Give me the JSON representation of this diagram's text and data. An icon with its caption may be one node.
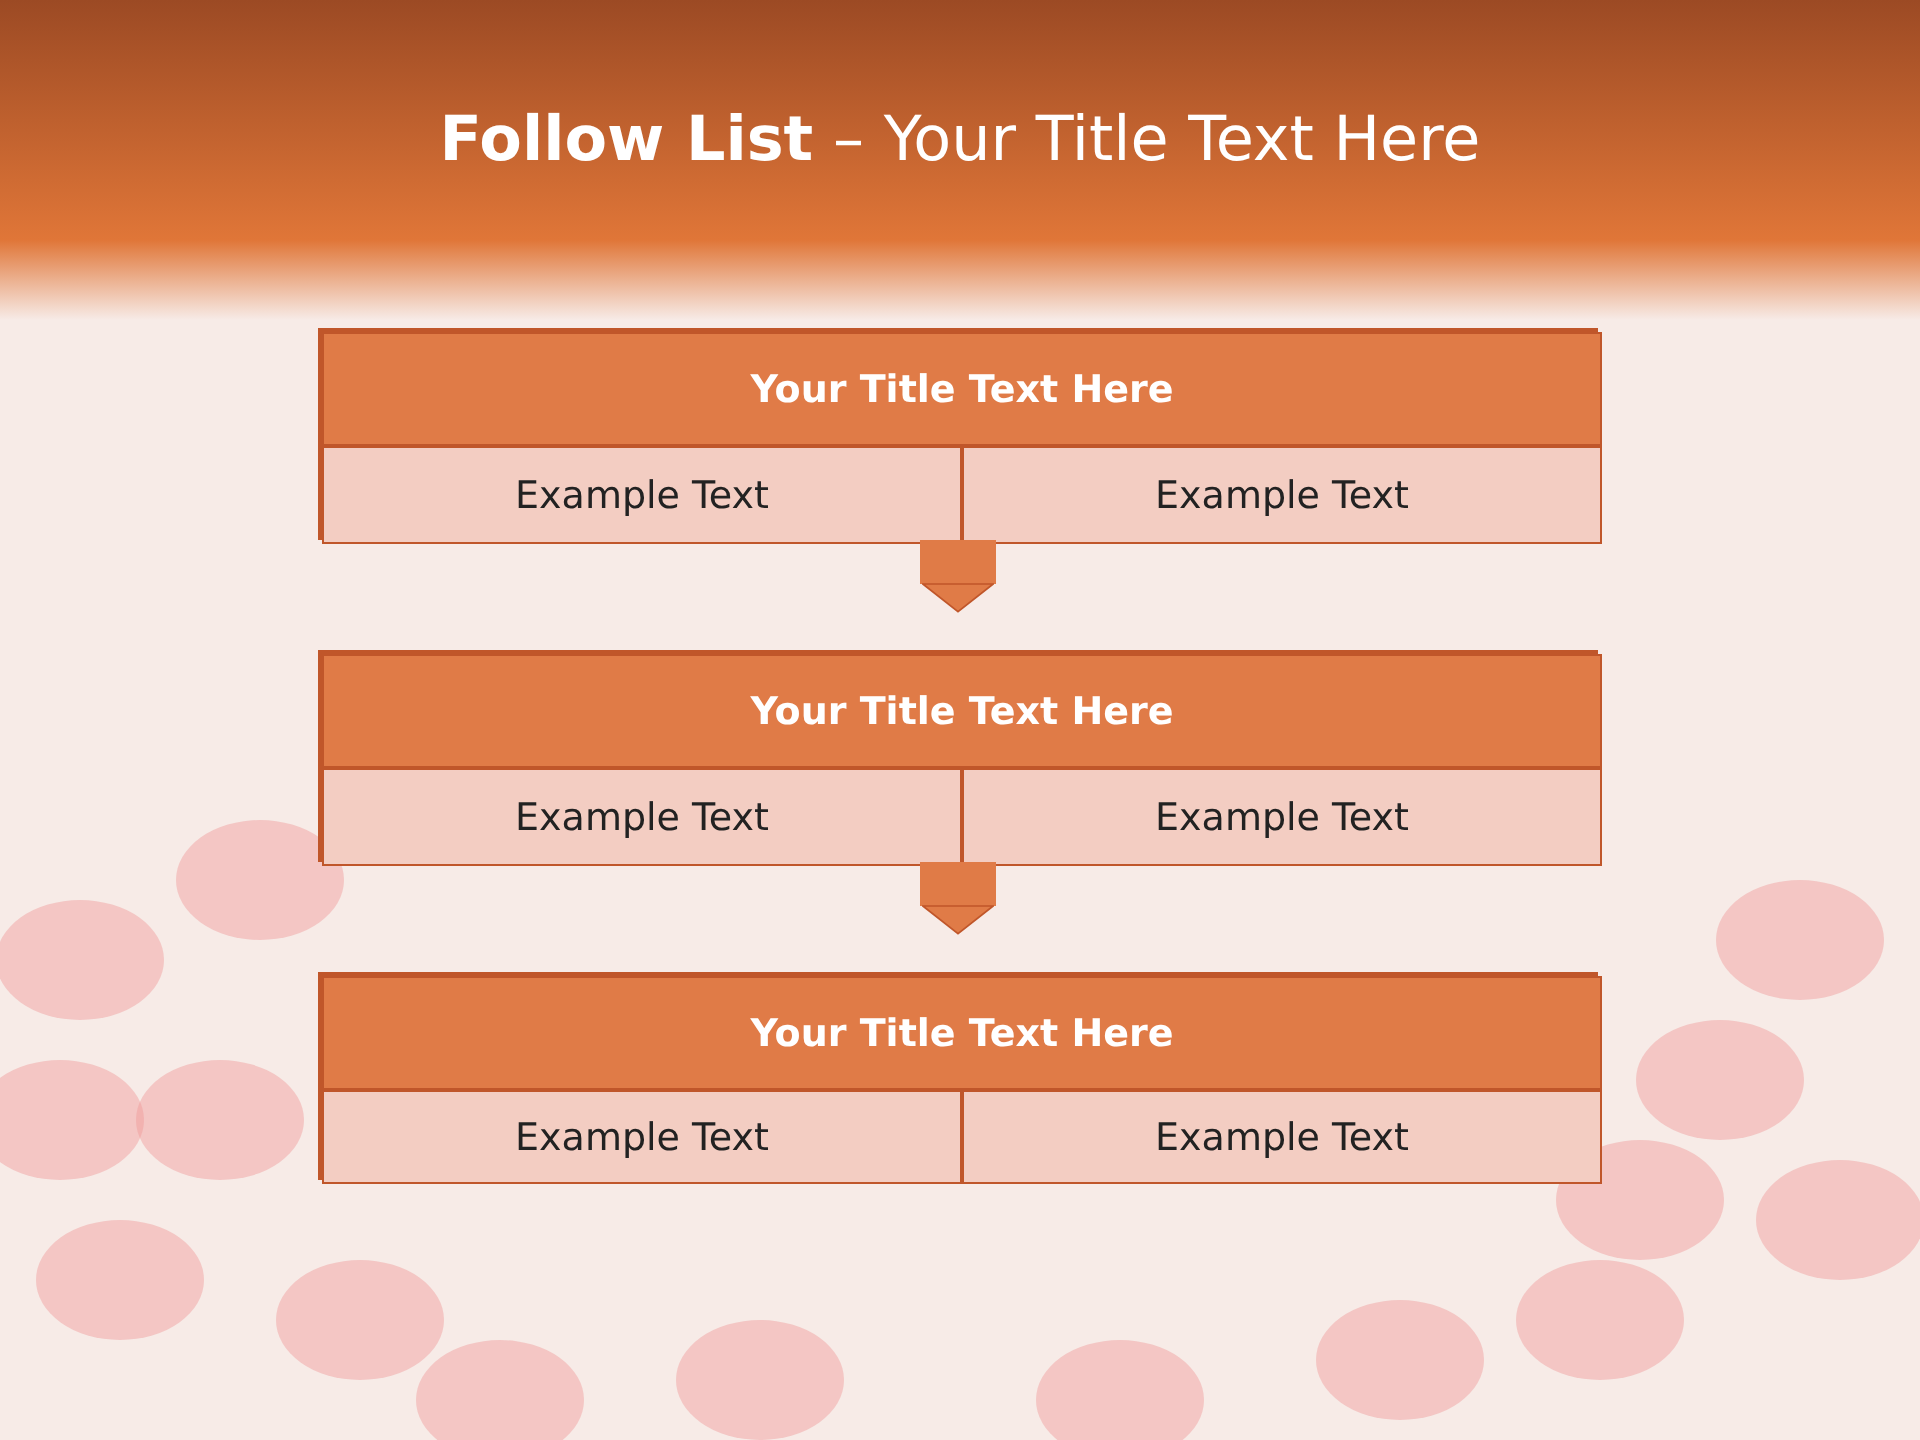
{
  "diagram": {
    "title": "**Follow List**  – Your Title Text Here",
    "nodes": [
      {
        "text": [],
        "shape": "box"
      },
      {
        "text": [
          "Your Title Text Here"
        ],
        "in": 0
      },
      {
        "text": [
          "Example Text"
        ],
        "in": 0
      },
      {
        "text": [
          "Example Text"
        ],
        "in": 0
      },
      {
        "text": [],
        "shape": "box"
      },
      {
        "text": [
          "Your Title Text Here"
        ],
        "in": 4
      },
      {
        "text": [
          "Example Text"
        ],
        "in": 4
      },
      {
        "text": [
          "Example Text"
        ],
        "in": 4
      },
      {
        "text": [],
        "shape": "box"
      },
      {
        "text": [
          "Your Title Text Here"
        ],
        "in": 8
      },
      {
        "text": [
          "Example Text"
        ],
        "in": 8
      },
      {
        "text": [
          "Example Text"
        ],
        "in": 8
      }
    ],
    "edges": [
      {
        "from": 0,
        "to": 4,
        "arrow": "to"
      },
      {
        "from": 4,
        "to": 8,
        "arrow": "to"
      }
    ]
  }
}
